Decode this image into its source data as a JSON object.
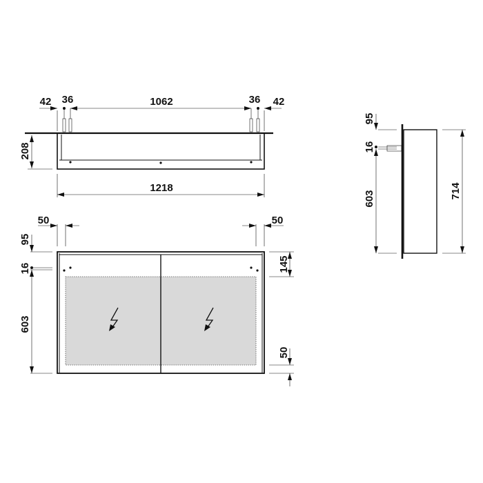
{
  "top_view": {
    "dims": {
      "left_42": "42",
      "left_36": "36",
      "center_1062": "1062",
      "right_36": "36",
      "right_42": "42",
      "depth_208": "208",
      "width_1218": "1218"
    }
  },
  "front_view": {
    "dims": {
      "left_50": "50",
      "right_50": "50",
      "top_95": "95",
      "fix_16": "16",
      "height_603": "603",
      "light_top_145": "145",
      "light_bottom_50": "50"
    },
    "colors": {
      "light_area": "#d9d9d9",
      "line": "#111111"
    },
    "icons": [
      "lightning-icon",
      "lightning-icon"
    ]
  },
  "side_view": {
    "dims": {
      "top_95": "95",
      "fix_16": "16",
      "height_603": "603",
      "total_714": "714"
    }
  }
}
